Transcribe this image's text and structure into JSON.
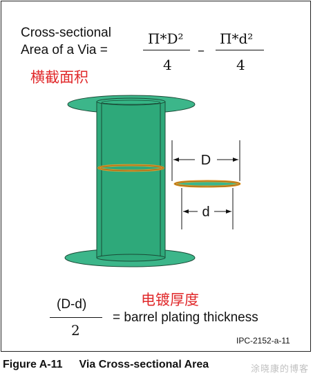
{
  "formula": {
    "label_line1": "Cross-sectional",
    "label_line2": "Area of a Via =",
    "frac1_num": "Π*D²",
    "frac1_den": "4",
    "minus": "–",
    "frac2_num": "Π*d²",
    "frac2_den": "4"
  },
  "annotations": {
    "cross_section_cn": "横截面积",
    "plating_thickness_cn": "电镀厚度"
  },
  "diagram": {
    "outer_diameter_label": "D",
    "inner_diameter_label": "d",
    "colors": {
      "pad_fill": "#3cb68a",
      "barrel_fill": "#2ea97a",
      "ring_stroke": "#e39a2a",
      "outline": "#1a4a36"
    }
  },
  "thickness_formula": {
    "numerator": "(D-d)",
    "denominator": "2",
    "equals_text": "= barrel plating thickness"
  },
  "reference_code": "IPC-2152-a-11",
  "caption": {
    "figure_number": "Figure A-11",
    "title": "Via Cross-sectional Area"
  },
  "watermark": "涂晓康的博客"
}
